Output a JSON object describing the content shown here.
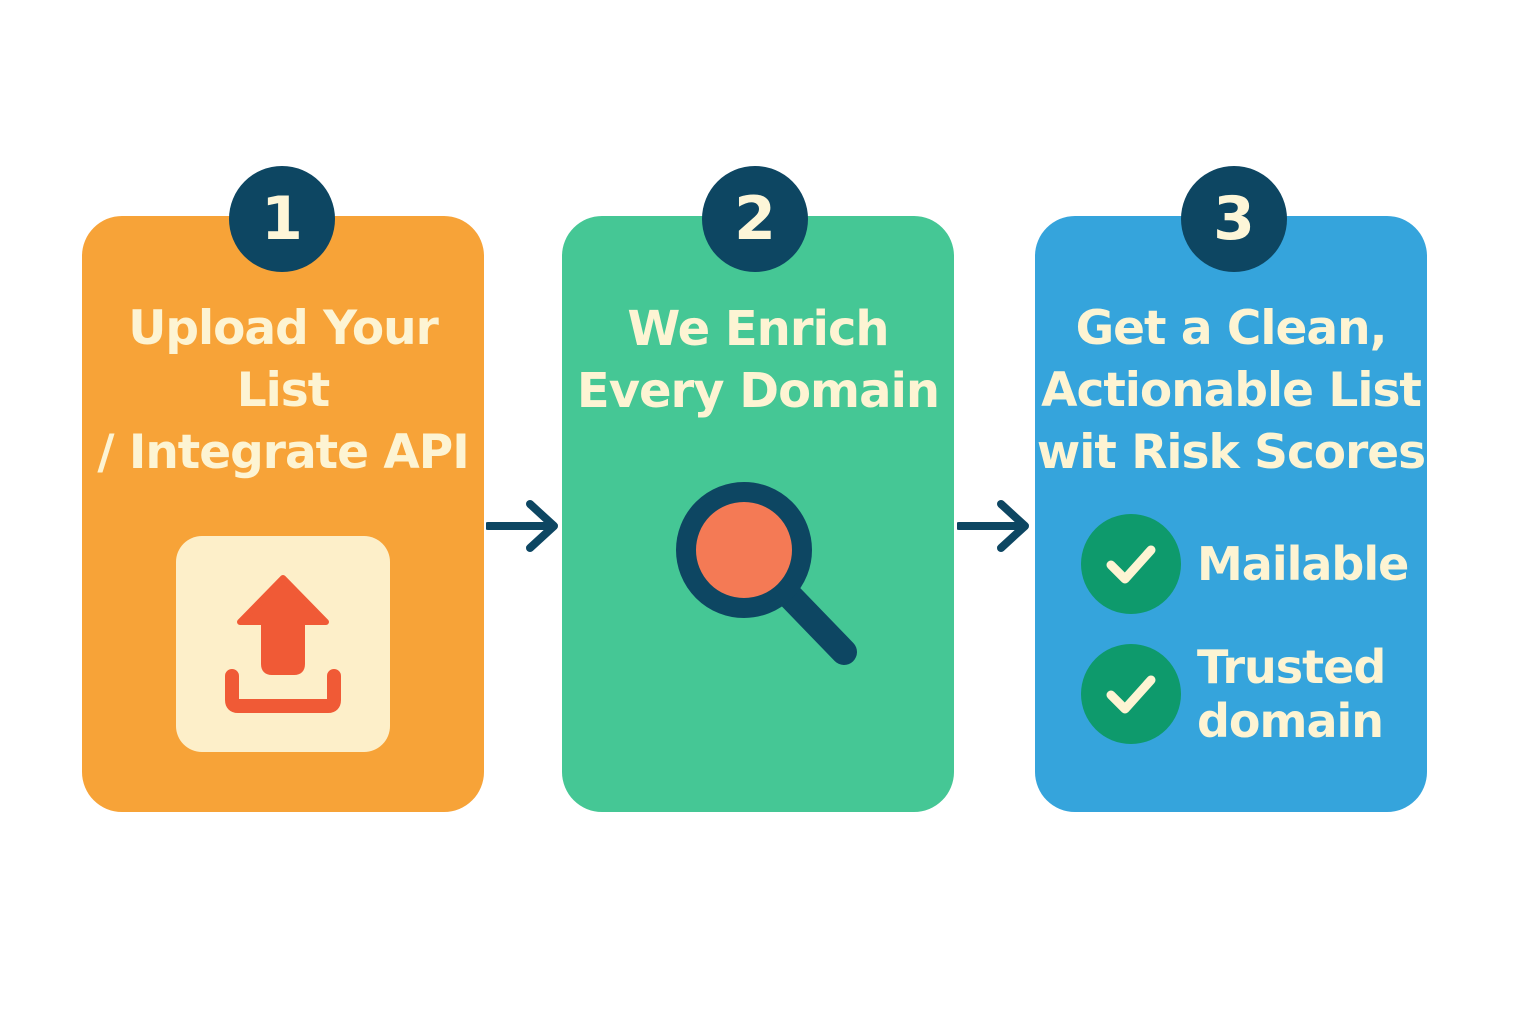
{
  "colors": {
    "step1": "#f7a338",
    "step2": "#45c795",
    "step3": "#35a4dc",
    "badge": "#0d4662",
    "text": "#fdf4d3",
    "upload_arrow": "#f05a36",
    "upload_box": "#fdefc9",
    "search_lens": "#f47a55",
    "check": "#0e9a6c"
  },
  "steps": [
    {
      "number": "1",
      "title_lines": [
        "Upload Your",
        "List",
        "/ Integrate API"
      ],
      "icon": "upload-icon"
    },
    {
      "number": "2",
      "title_lines": [
        "We Enrich",
        "Every Domain"
      ],
      "icon": "magnifying-glass-icon"
    },
    {
      "number": "3",
      "title_lines": [
        "Get a Clean,",
        "Actionable List",
        "wit Risk Scores"
      ],
      "checks": [
        {
          "label_lines": [
            "Mailable"
          ],
          "icon": "check-icon"
        },
        {
          "label_lines": [
            "Trusted",
            "domain"
          ],
          "icon": "check-icon"
        }
      ]
    }
  ],
  "connectors": [
    "arrow-right-icon",
    "arrow-right-icon"
  ]
}
